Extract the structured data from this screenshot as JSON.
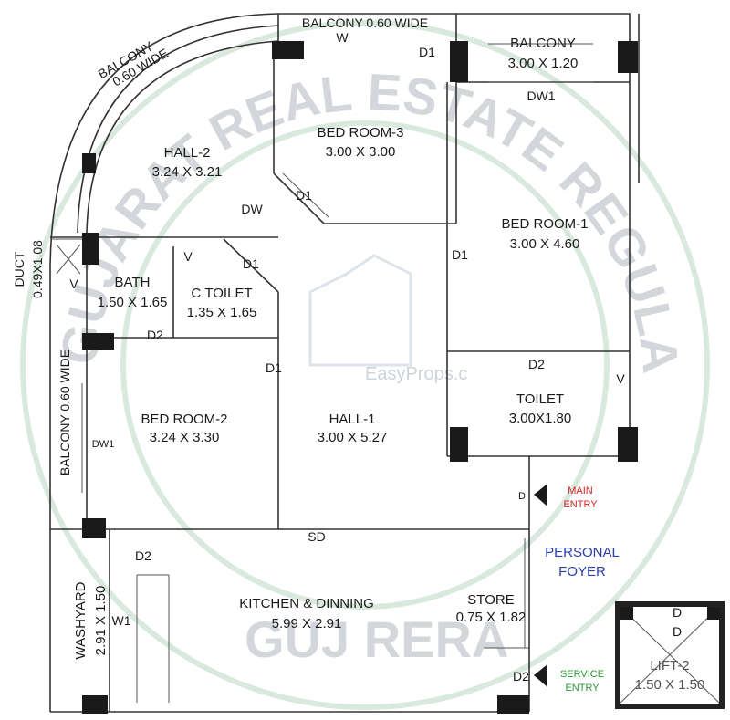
{
  "watermark": {
    "arc_text": "GUJARAT REAL ESTATE REGULATORY AUTHORITY",
    "bottom_text": "GUJ RERA",
    "site": "EasyProps.c"
  },
  "rooms": {
    "balcony_top": {
      "name": "BALCONY  0.60 WIDE",
      "door": "W"
    },
    "balcony_curve": {
      "name": "BALCONY",
      "size": "0.60 WIDE"
    },
    "balcony_right": {
      "name": "BALCONY",
      "size": "3.00 X 1.20"
    },
    "hall2": {
      "name": "HALL-2",
      "size": "3.24 X 3.21"
    },
    "bed3": {
      "name": "BED ROOM-3",
      "size": "3.00 X 3.00"
    },
    "bed1": {
      "name": "BED ROOM-1",
      "size": "3.00 X 4.60"
    },
    "bath": {
      "name": "BATH",
      "size": "1.50 X 1.65"
    },
    "ctoilet": {
      "name": "C.TOILET",
      "size": "1.35 X 1.65"
    },
    "bed2": {
      "name": "BED ROOM-2",
      "size": "3.24 X 3.30"
    },
    "hall1": {
      "name": "HALL-1",
      "size": "3.00 X 5.27"
    },
    "toilet": {
      "name": "TOILET",
      "size": "3.00X1.80"
    },
    "kitchen": {
      "name": "KITCHEN & DINNING",
      "size": "5.99 X 2.91"
    },
    "store": {
      "name": "STORE",
      "size": "0.75 X 1.82"
    },
    "washyard": {
      "name": "WASHYARD",
      "size": "2.91 X 1.50"
    },
    "duct": {
      "name": "DUCT",
      "size": "0.49X1.08"
    },
    "balcony_left": {
      "name": "BALCONY  0.60 WIDE"
    },
    "foyer": {
      "name": "PERSONAL",
      "name2": "FOYER"
    },
    "lift": {
      "name": "LIFT-2",
      "size": "1.50 X 1.50"
    }
  },
  "doors": {
    "d1_bed3_top": "D1",
    "d1_bed3": "D1",
    "dw_hall2": "DW",
    "d1_ctoilet": "D1",
    "v_ctoilet": "V",
    "v_bath": "V",
    "d2_bath": "D2",
    "d1_hall1": "D1",
    "dw1_bed1": "DW1",
    "d1_bed1": "D1",
    "d2_toilet": "D2",
    "v_toilet": "V",
    "dw1_bed2": "DW1",
    "sd_kitchen": "SD",
    "d2_washyard": "D2",
    "w1_washyard": "W1",
    "d_main": "D",
    "d2_service": "D2",
    "lift_d1": "D",
    "lift_d2": "D"
  },
  "entries": {
    "main": {
      "line1": "MAIN",
      "line2": "ENTRY",
      "color": "#d42020"
    },
    "service": {
      "line1": "SERVICE",
      "line2": "ENTRY",
      "color": "#2a9a35"
    }
  },
  "colors": {
    "foyer_text": "#2b3fa8",
    "wall": "#333333",
    "column": "#1a1a1a"
  }
}
